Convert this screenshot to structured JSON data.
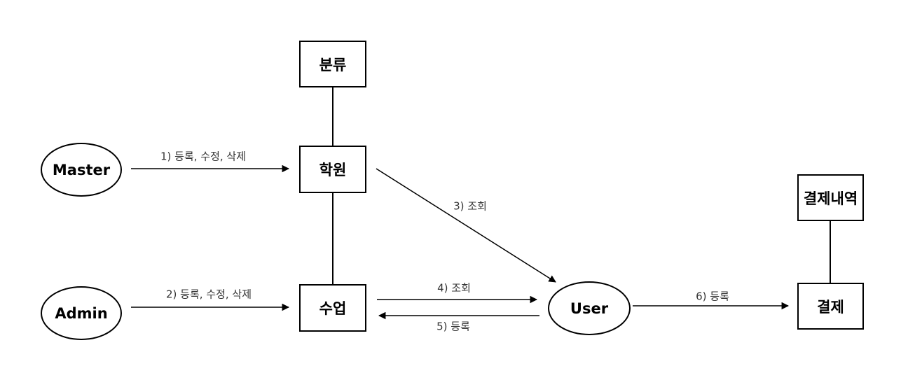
{
  "nodes": {
    "master": "Master",
    "admin": "Admin",
    "bunryu": "분류",
    "hakwon": "학원",
    "sueop": "수업",
    "user": "User",
    "gyeoljenaeyeok": "결제내역",
    "gyeolje": "결제"
  },
  "edges": {
    "master_to_hakwon": "1) 등록, 수정, 삭제",
    "admin_to_sueop": "2) 등록, 수정, 삭제",
    "hakwon_to_user": "3) 조회",
    "sueop_to_user": "4) 조회",
    "user_to_sueop": "5) 등록",
    "user_to_gyeolje": "6) 등록"
  },
  "colors": {
    "stroke": "#000000",
    "label": "#333333"
  }
}
